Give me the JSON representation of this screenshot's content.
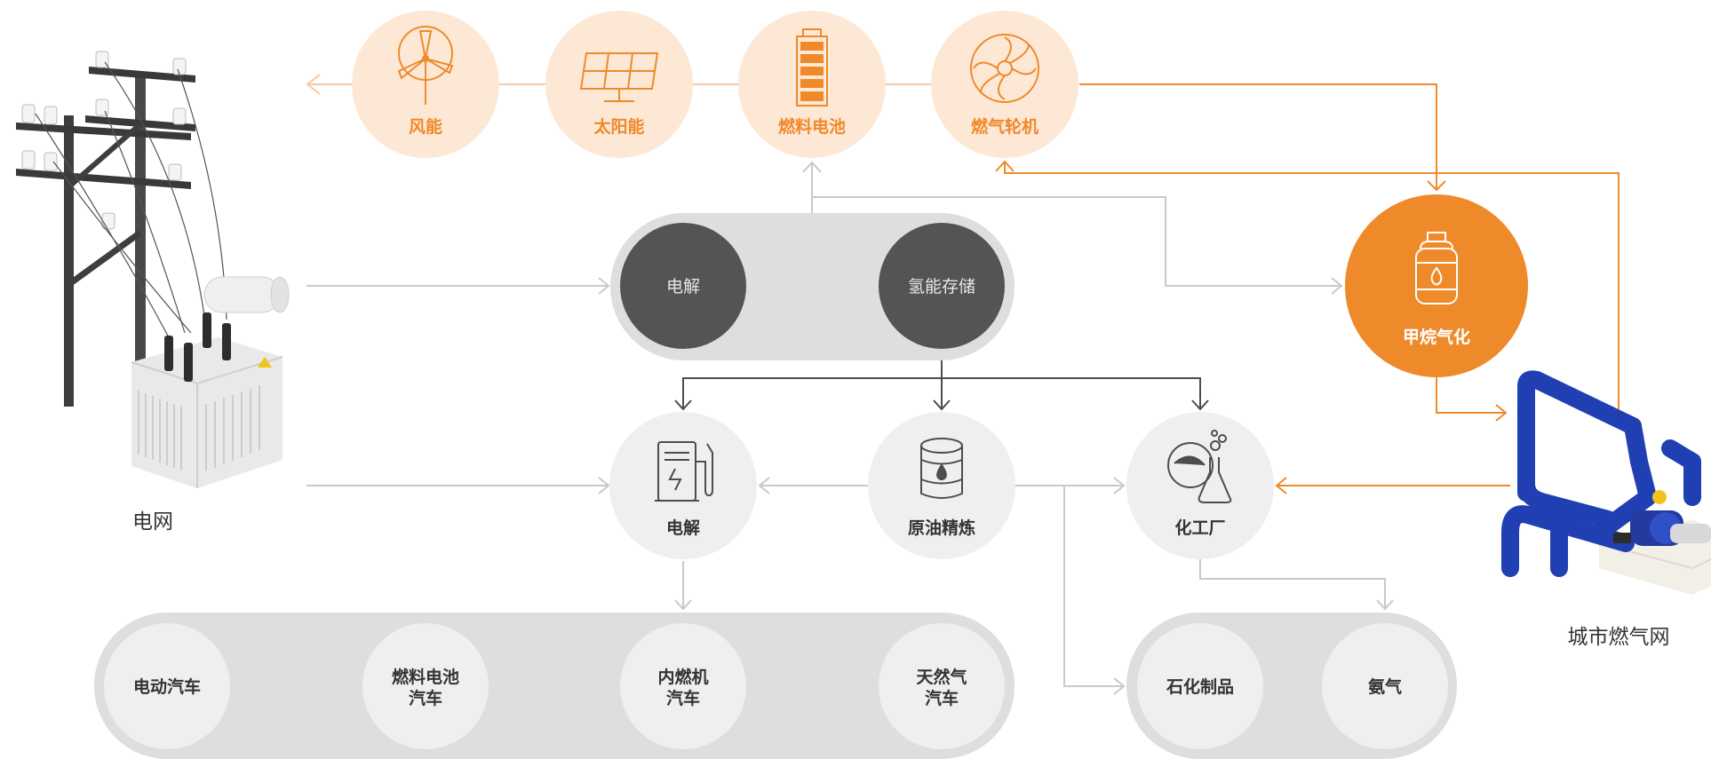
{
  "colors": {
    "orange": "#ef8a2b",
    "orange_light": "#fde8d6",
    "dark_node": "#565452",
    "light_node": "#efefef",
    "pill_gray": "#dedede",
    "line_gray": "#c9c9c9",
    "line_dark": "#4d4d4d",
    "pipe_blue": "#1f3fb3"
  },
  "top_row": {
    "wind": "风能",
    "solar": "太阳能",
    "fuel_cell": "燃料电池",
    "gas_turbine": "燃气轮机"
  },
  "hydrogen": {
    "electrolysis": "电解",
    "storage": "氢能存储"
  },
  "methanation": "甲烷气化",
  "middle_row": {
    "refuel": "电解",
    "refinery": "原油精炼",
    "chemical_plant": "化工厂"
  },
  "grid_label": "电网",
  "gas_network_label": "城市燃气网",
  "vehicles": {
    "ev": "电动汽车",
    "fcv_line1": "燃料电池",
    "fcv_line2": "汽车",
    "ice_line1": "内燃机",
    "ice_line2": "汽车",
    "ngv_line1": "天然气",
    "ngv_line2": "汽车"
  },
  "products": {
    "petrochem": "石化制品",
    "ammonia": "氨气"
  },
  "icons": [
    "wind-turbine-icon",
    "solar-panel-icon",
    "battery-icon",
    "turbine-icon",
    "gas-cylinder-icon",
    "fuel-pump-icon",
    "oil-barrel-icon",
    "chemical-flask-icon",
    "power-pole-icon",
    "transformer-icon",
    "gas-pipe-icon"
  ]
}
